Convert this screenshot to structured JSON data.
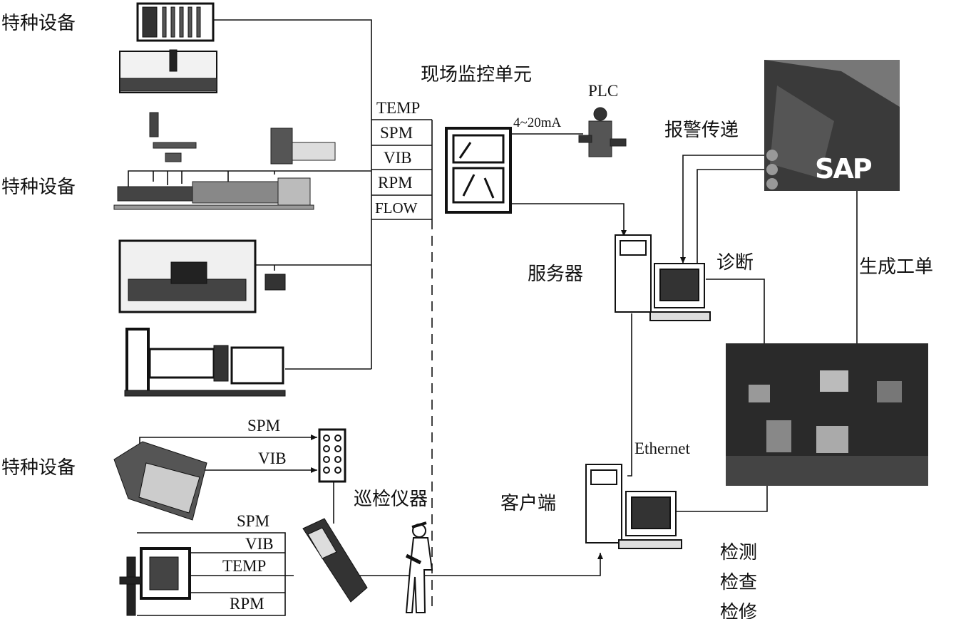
{
  "labels": {
    "special_equipment_1": "特种设备",
    "special_equipment_2": "特种设备",
    "special_equipment_3": "特种设备",
    "field_monitoring_unit": "现场监控单元",
    "plc": "PLC",
    "current_signal": "4~20mA",
    "alarm_transfer": "报警传递",
    "server": "服务器",
    "diagnosis": "诊断",
    "generate_work_order": "生成工单",
    "ethernet": "Ethernet",
    "client": "客户端",
    "inspection_instrument": "巡检仪器",
    "detect": "检测",
    "check": "检查",
    "repair": "检修",
    "sap": "SAP"
  },
  "channels_monitor": [
    "TEMP",
    "SPM",
    "VIB",
    "RPM",
    "FLOW"
  ],
  "channels_handheld_upper": [
    "SPM",
    "VIB"
  ],
  "channels_handheld_lower": [
    "SPM",
    "VIB",
    "TEMP",
    "RPM"
  ],
  "icons": {
    "equipment": "machinery-photo-icon",
    "monitor_unit": "control-cabinet-icon",
    "plc": "plc-operator-icon",
    "server": "server-computer-icon",
    "client": "client-computer-icon",
    "sap": "sap-system-photo",
    "control_room": "control-room-photo",
    "handheld": "handheld-collector-icon",
    "inspector": "inspector-person-icon"
  }
}
